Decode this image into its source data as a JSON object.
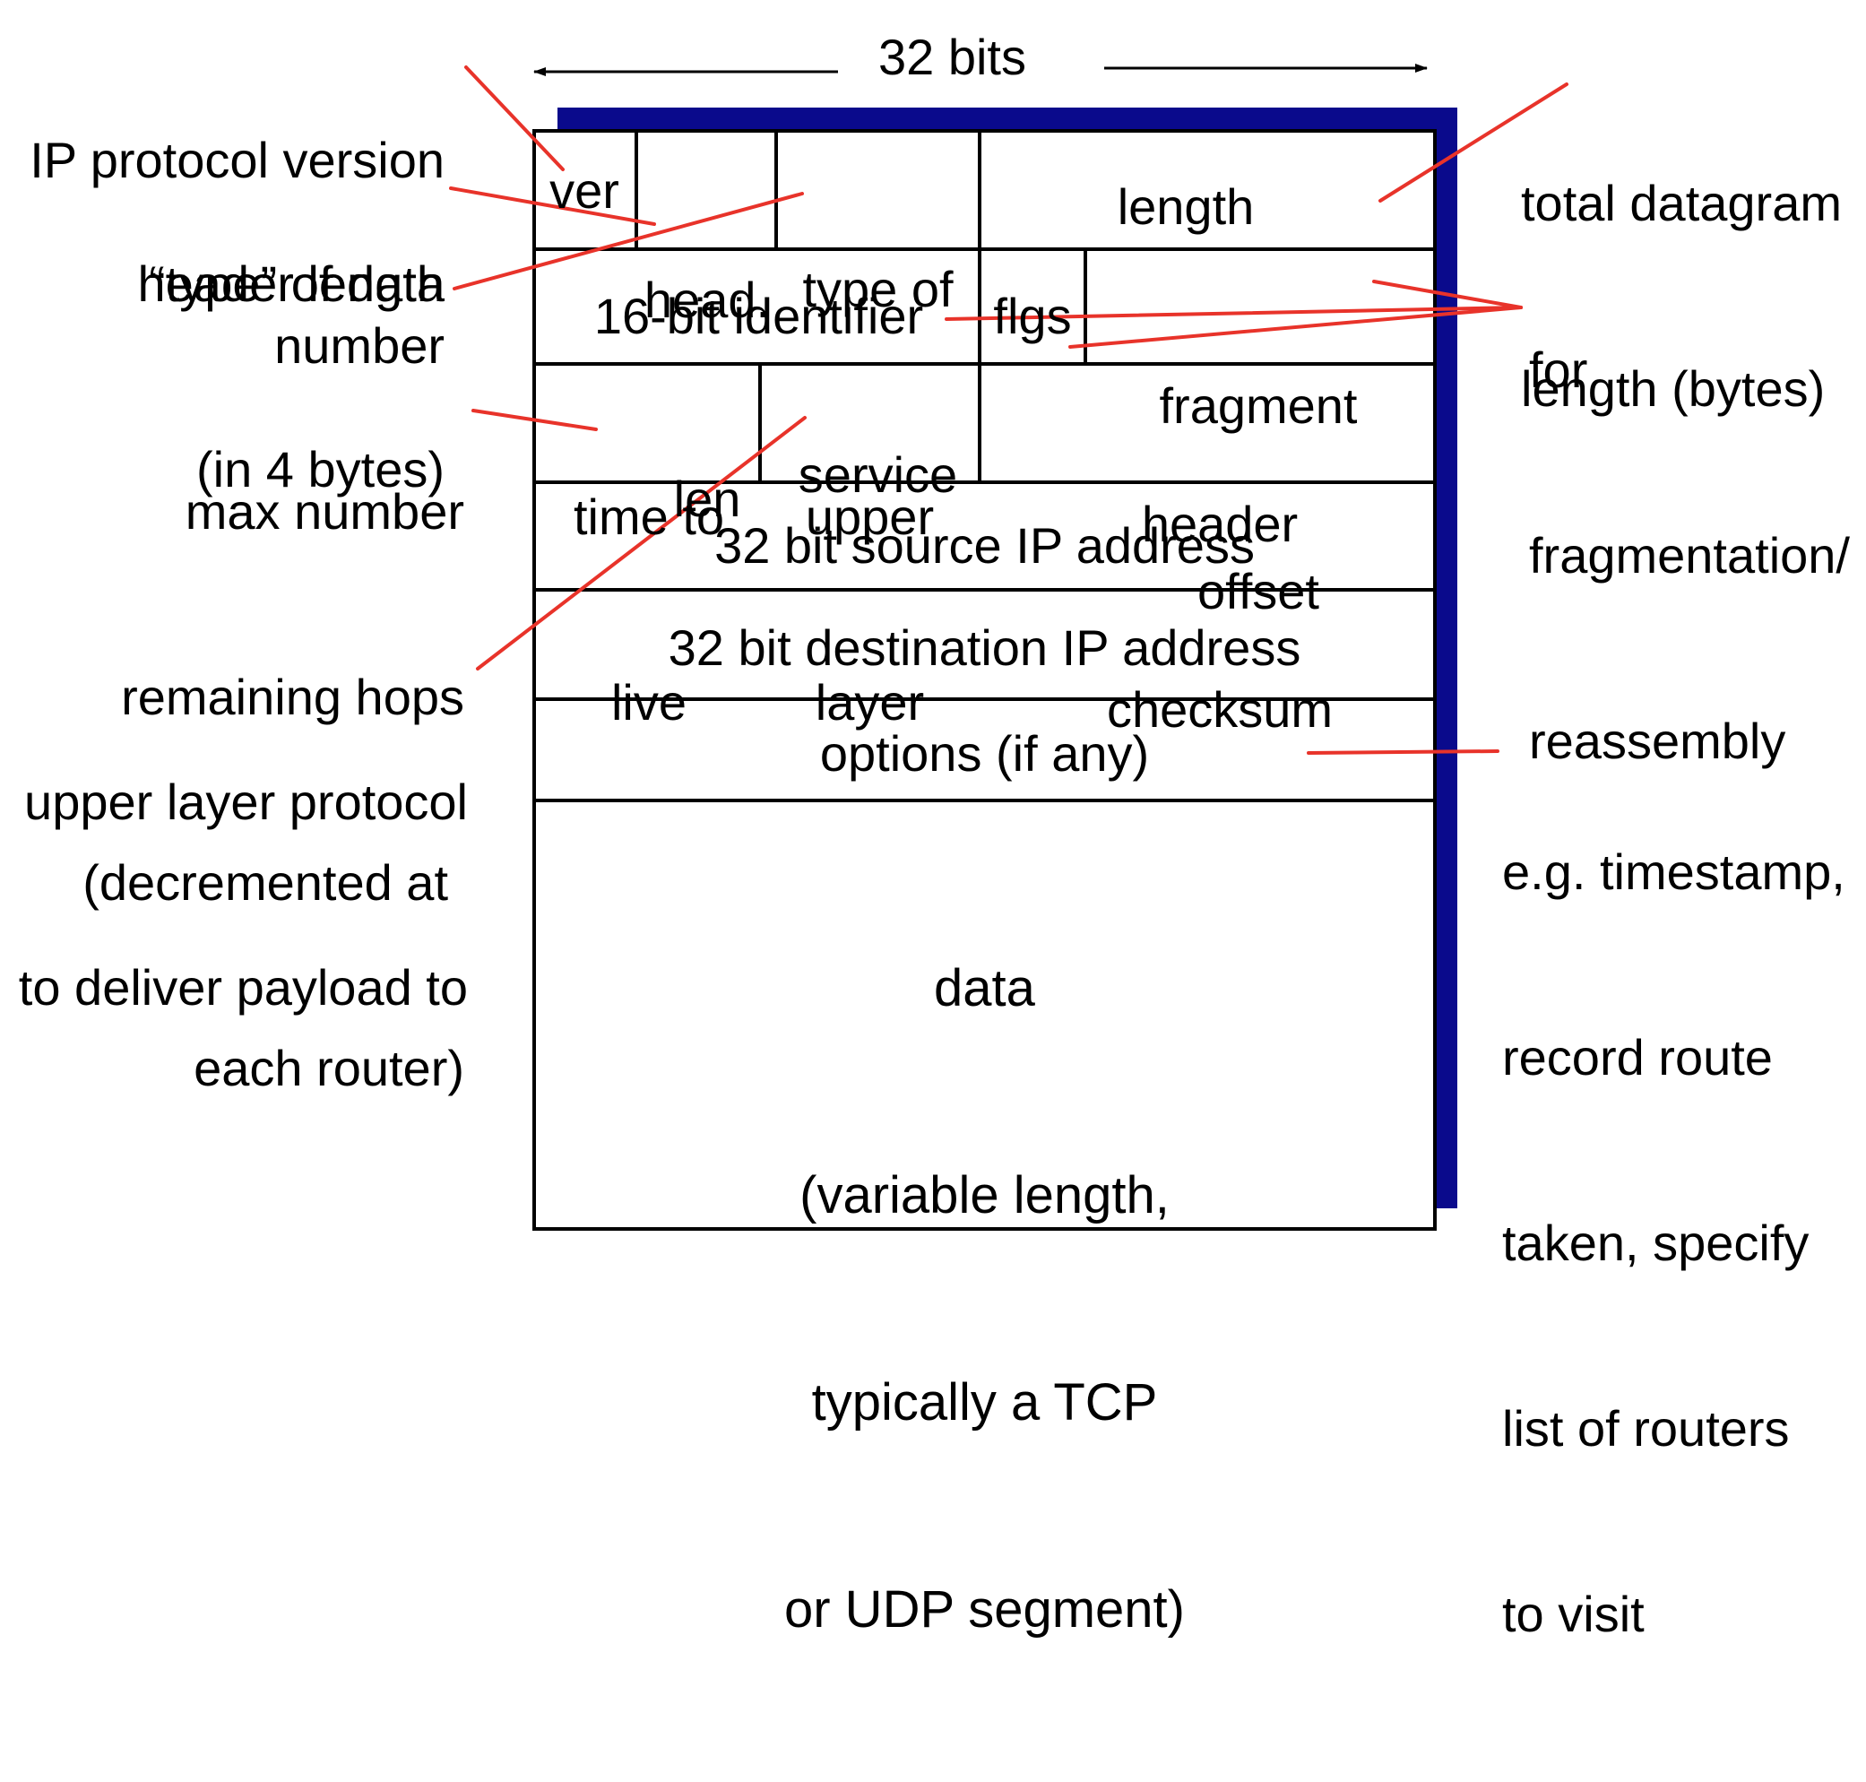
{
  "width_label": "32 bits",
  "fields": {
    "ver": "ver",
    "head_len": [
      "head.",
      "len"
    ],
    "type_of_service": [
      "type of",
      "service"
    ],
    "length": "length",
    "identifier": "16-bit identifier",
    "flags": "flgs",
    "fragment_offset": [
      "fragment",
      "offset"
    ],
    "ttl": [
      "time to",
      "live"
    ],
    "upper_layer": [
      "upper",
      "layer"
    ],
    "header_checksum": [
      "header",
      "checksum"
    ],
    "source_ip": "32 bit source IP address",
    "destination_ip": "32 bit destination IP address",
    "options": "options (if any)",
    "data": [
      "data",
      "(variable length,",
      "typically a TCP",
      "or UDP segment)"
    ]
  },
  "annotations": {
    "ip_version": [
      "IP protocol version",
      "number"
    ],
    "header_length": [
      "header length",
      "(in 4 bytes)"
    ],
    "type_of_data": "“type” of data",
    "max_hops": [
      "max number",
      "remaining hops",
      "(decremented at",
      "each router)"
    ],
    "upper_protocol": [
      "upper layer protocol",
      "to deliver payload to"
    ],
    "total_length": [
      "total datagram",
      "length (bytes)"
    ],
    "fragmentation": [
      "for",
      "fragmentation/",
      "reassembly"
    ],
    "options_note": [
      "e.g. timestamp,",
      "record route",
      "taken, specify",
      "list of routers",
      "to visit"
    ]
  },
  "colors": {
    "shadow": "#0a0a8c",
    "border": "#000000",
    "leader": "#e8332a",
    "text": "#000000"
  }
}
